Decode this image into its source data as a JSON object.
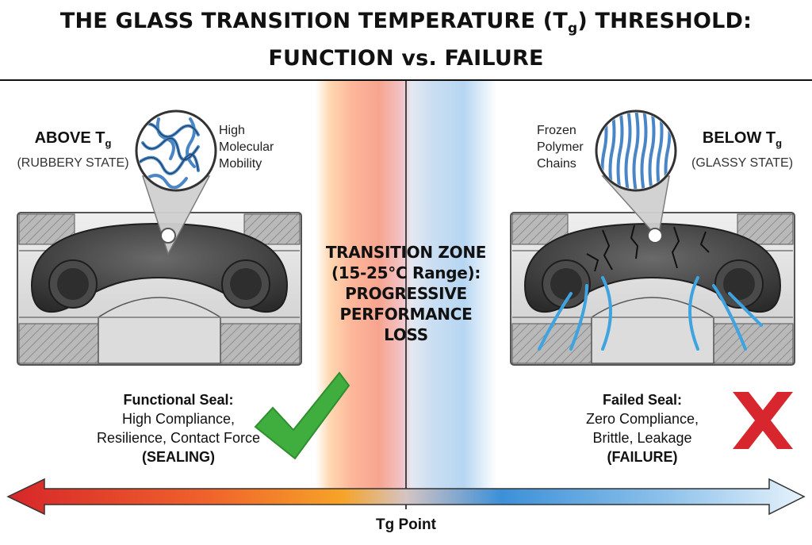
{
  "title": {
    "line1_pre": "THE GLASS TRANSITION TEMPERATURE (T",
    "line1_sub": "g",
    "line1_post": ") THRESHOLD:",
    "line2": "FUNCTION vs. FAILURE"
  },
  "left": {
    "state_head": "ABOVE T",
    "state_sub": "g",
    "state_desc": "(RUBBERY STATE)",
    "note": [
      "High",
      "Molecular",
      "Mobility"
    ],
    "result_head": "Functional Seal:",
    "result_lines": [
      "High Compliance,",
      "Resilience, Contact Force"
    ],
    "result_tag": "(SEALING)"
  },
  "right": {
    "state_head": "BELOW T",
    "state_sub": "g",
    "state_desc": "(GLASSY STATE)",
    "note": [
      "Frozen",
      "Polymer",
      "Chains"
    ],
    "result_head": "Failed Seal:",
    "result_lines": [
      "Zero Compliance,",
      "Brittle, Leakage"
    ],
    "result_tag": "(FAILURE)"
  },
  "zone": {
    "lines": [
      "TRANSITION ZONE",
      "(15-25°C Range):",
      "PROGRESSIVE",
      "PERFORMANCE",
      "LOSS"
    ]
  },
  "axis": {
    "label": "Tg Point"
  },
  "colors": {
    "check": "#3fae3f",
    "cross": "#d8262e",
    "crack_fluid": "#3fa3e0",
    "polymer_chain": "#4a86c5",
    "seal_dark": "#3e3e3e"
  },
  "icons": {
    "check": "check-mark-icon",
    "cross": "cross-mark-icon"
  }
}
